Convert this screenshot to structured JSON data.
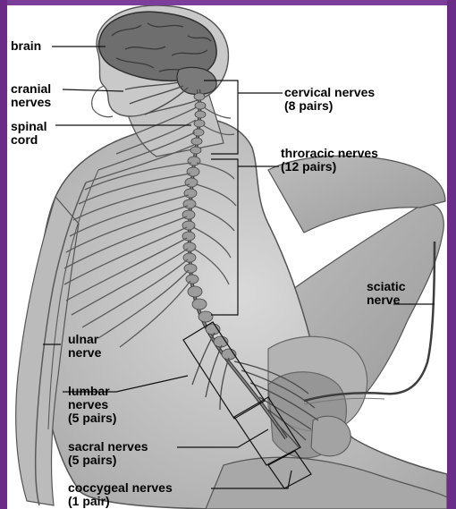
{
  "labels": {
    "brain": "brain",
    "cranial_nerves": [
      "cranial",
      "nerves"
    ],
    "spinal_cord": [
      "spinal",
      "cord"
    ],
    "cervical_nerves": [
      "cervical nerves",
      "(8 pairs)"
    ],
    "thoracic_nerves": [
      "throracic nerves",
      "(12 pairs)"
    ],
    "sciatic_nerve": [
      "sciatic",
      "nerve"
    ],
    "ulnar_nerve": [
      "ulnar",
      "nerve"
    ],
    "lumbar_nerves": [
      "lumbar",
      "nerves",
      "(5 pairs)"
    ],
    "sacral_nerves": [
      "sacral nerves",
      "(5 pairs)"
    ],
    "coccygeal_nerves": [
      "coccygeal nerves",
      "(1 pair)"
    ]
  },
  "colors": {
    "frame": "#6a2c86",
    "skin": "#c8c8c8",
    "brain": "#6e6e6e",
    "nerve": "#4a4a4a"
  }
}
